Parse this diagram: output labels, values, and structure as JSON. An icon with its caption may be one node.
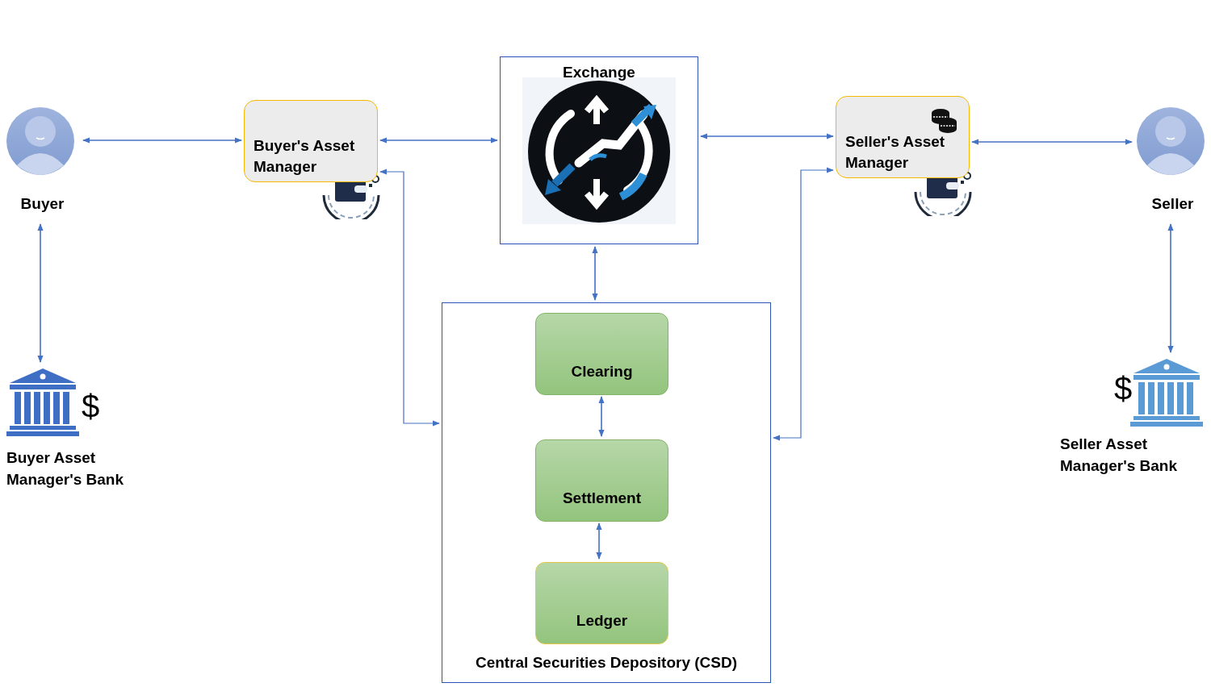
{
  "diagram": {
    "nodes": [
      {
        "text": [
          "Buyer"
        ]
      },
      {
        "text": [
          "Buyer Asset Manager's Bank"
        ]
      },
      {
        "text": [
          "Buyer's Asset Manager"
        ]
      },
      {
        "text": [
          "Exchange"
        ]
      },
      {
        "text": [
          "Seller's Asset Manager"
        ]
      },
      {
        "text": [
          "Seller"
        ]
      },
      {
        "text": [
          "Seller Asset Manager's Bank"
        ]
      },
      {
        "text": [
          "Central Securities Depository (CSD)"
        ]
      },
      {
        "text": [
          "Clearing"
        ],
        "in": 7
      },
      {
        "text": [
          "Settlement"
        ],
        "in": 7
      },
      {
        "text": [
          "Ledger"
        ],
        "in": 7
      }
    ],
    "edges": [
      {
        "from": 0,
        "to": 2,
        "arrow": "both"
      },
      {
        "from": 0,
        "to": 1,
        "arrow": "both"
      },
      {
        "from": 2,
        "to": 3,
        "arrow": "both"
      },
      {
        "from": 2,
        "to": 7,
        "arrow": "both"
      },
      {
        "from": 3,
        "to": 4,
        "arrow": "both"
      },
      {
        "from": 3,
        "to": 7,
        "arrow": "both"
      },
      {
        "from": 4,
        "to": 5,
        "arrow": "both"
      },
      {
        "from": 4,
        "to": 7,
        "arrow": "both"
      },
      {
        "from": 5,
        "to": 6,
        "arrow": "both"
      },
      {
        "from": 8,
        "to": 9,
        "arrow": "both"
      },
      {
        "from": 9,
        "to": 10,
        "arrow": "both"
      }
    ],
    "labels": [
      "$",
      "$"
    ]
  }
}
